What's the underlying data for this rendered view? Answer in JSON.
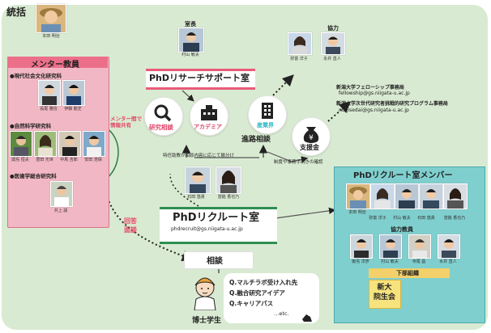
{
  "colors": {
    "background_panel": "#d9ead2",
    "pink": "#ea5e7a",
    "mentor_box": "#f2b7c4",
    "mentor_header": "#ec6f8a",
    "teal": "#2bb7c2",
    "green_dark": "#2f8e51",
    "member_box": "#7fcfce",
    "yellow": "#f6e37d"
  },
  "supervisor": {
    "label": "統括",
    "name": "本田 明治"
  },
  "office_head": {
    "label": "室長",
    "name": "村山 敏夫"
  },
  "cooperation": {
    "label": "協力",
    "people": [
      "弥富 洋子",
      "永井 直人"
    ]
  },
  "mentors": {
    "title": "メンター教員",
    "sections": [
      {
        "heading": "●現代社会文化研究科",
        "names": [
          "長尾 雅信",
          "伊藤 龍史"
        ]
      },
      {
        "heading": "●自然科学研究科",
        "names": [
          "関島 恒夫",
          "豊田 光世",
          "中馬 吉郎",
          "安田 浩保"
        ]
      },
      {
        "heading": "●医歯学総合研究科",
        "names": [
          "井上 誠"
        ]
      }
    ],
    "info_share": "メンター間で\n情報共有"
  },
  "support_office": {
    "title": "PhDリサーチサポート室"
  },
  "circles": [
    {
      "label": "研究相談",
      "icon": "magnifier-icon"
    },
    {
      "label": "アカデミア",
      "icon": "university-icon"
    },
    {
      "label": "産業界",
      "icon": "building-icon"
    },
    {
      "label": "支援金",
      "icon": "money-bag-icon"
    }
  ],
  "career_consult": "進路相談",
  "fellowship": {
    "line1": "新潟大学フェローシップ事務局",
    "email1": "fellowship@gs.niigata-u.ac.jp",
    "line2": "新潟大学次世代研究者挑戦的研究プログラム事務局",
    "email2": "nu-jisedai@gs.niigata-u.ac.jp"
  },
  "system_note": "制度や事務手続きの確認",
  "distribute_note": "特任助教が相談内容に応じて振分け",
  "recruit_staff": [
    "石田 悠貴",
    "當銘 香也乃"
  ],
  "recruit_office": {
    "title": "PhDリクルート室",
    "email": "phdrecruit@gs.niigata-u.ac.jp"
  },
  "answer_meeting": "回答\n面談",
  "consultation": "相談",
  "student": {
    "label": "博士学生",
    "questions": [
      "Q.マルチラボ受け入れ先",
      "Q.融合研究アイデア",
      "Q.キャリアパス"
    ],
    "etc": "…etc."
  },
  "members": {
    "title": "PhDリクルート室メンバー",
    "row1": [
      "本田 明治"
    ],
    "row2": [
      "弥富 洋子",
      "村山 敏夫",
      "石田 悠貴",
      "當銘 香也乃"
    ],
    "coop_label": "協力教員",
    "coop": [
      "飯島 淳彦",
      "村山 敏夫",
      "寺尾 昌",
      "水井 直人"
    ],
    "bottom_label": "下部組織",
    "student_org": "新大\n院生会"
  }
}
